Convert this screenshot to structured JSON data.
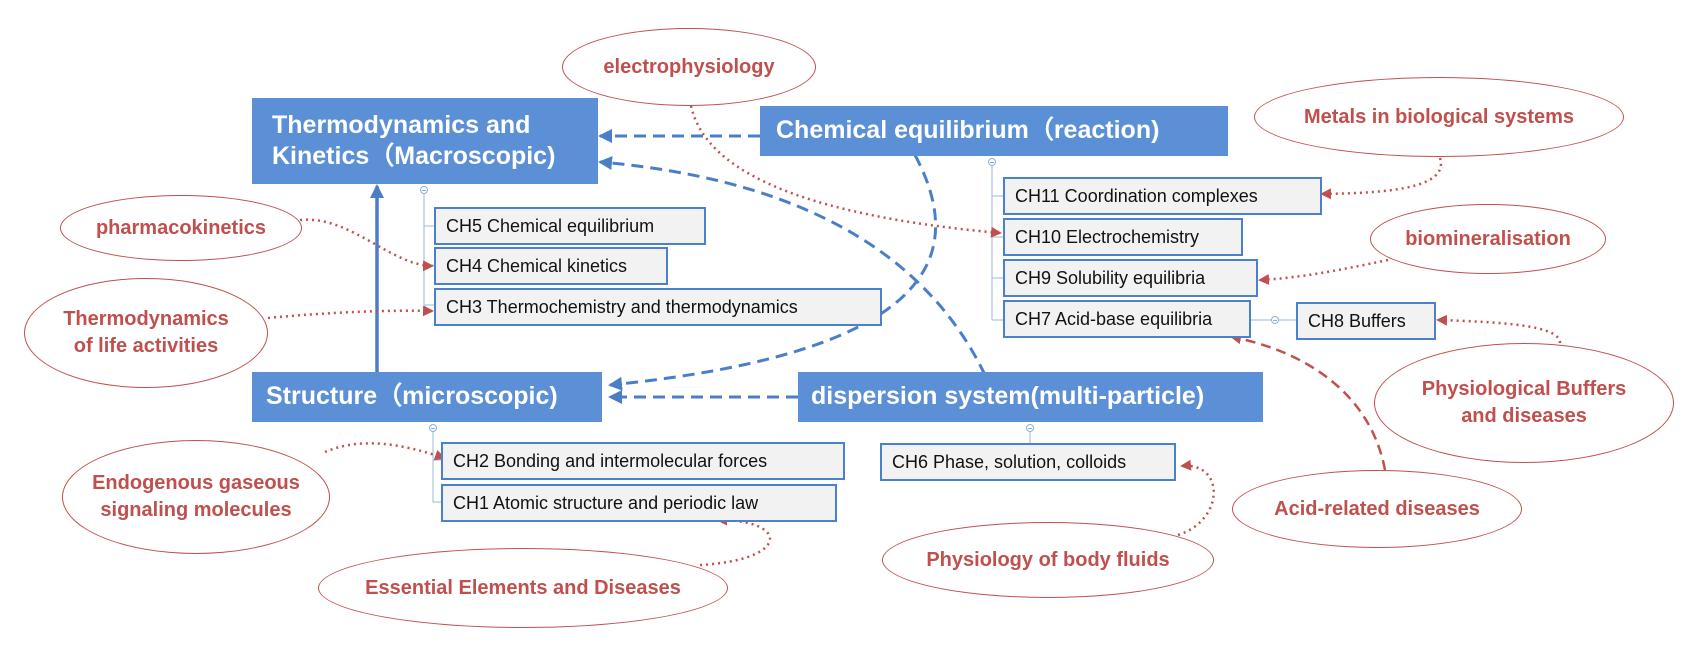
{
  "main_nodes": {
    "thermo": "Thermodynamics and\nKinetics（Macroscopic)",
    "equilibrium": "Chemical equilibrium（reaction)",
    "structure": "Structure（microscopic)",
    "dispersion": "dispersion system(multi-particle)"
  },
  "chapters": {
    "ch5": "CH5 Chemical equilibrium",
    "ch4": "CH4 Chemical kinetics",
    "ch3": "CH3 Thermochemistry and thermodynamics",
    "ch2": "CH2 Bonding and intermolecular forces",
    "ch1": "CH1 Atomic structure and periodic law",
    "ch6": "CH6 Phase, solution, colloids",
    "ch11": "CH11 Coordination complexes",
    "ch10": "CH10 Electrochemistry",
    "ch9": "CH9 Solubility equilibria",
    "ch7": "CH7 Acid-base equilibria",
    "ch8": "CH8 Buffers"
  },
  "topics": {
    "electrophysiology": "electrophysiology",
    "metals": "Metals in biological systems",
    "pharmacokinetics": "pharmacokinetics",
    "biomineralisation": "biomineralisation",
    "thermo_life": "Thermodynamics\nof life activities",
    "physio_buffers": "Physiological Buffers\nand diseases",
    "gaseous": "Endogenous gaseous\nsignaling molecules",
    "acid_diseases": "Acid-related diseases",
    "body_fluids": "Physiology of body fluids",
    "essential": "Essential Elements and Diseases"
  },
  "colors": {
    "main_fill": "#5b8fd6",
    "main_text": "#ffffff",
    "chapter_border": "#4a80cc",
    "chapter_fill": "#f2f2f2",
    "topic_color": "#c0504d",
    "blue_arrow": "#4a7fc8"
  }
}
